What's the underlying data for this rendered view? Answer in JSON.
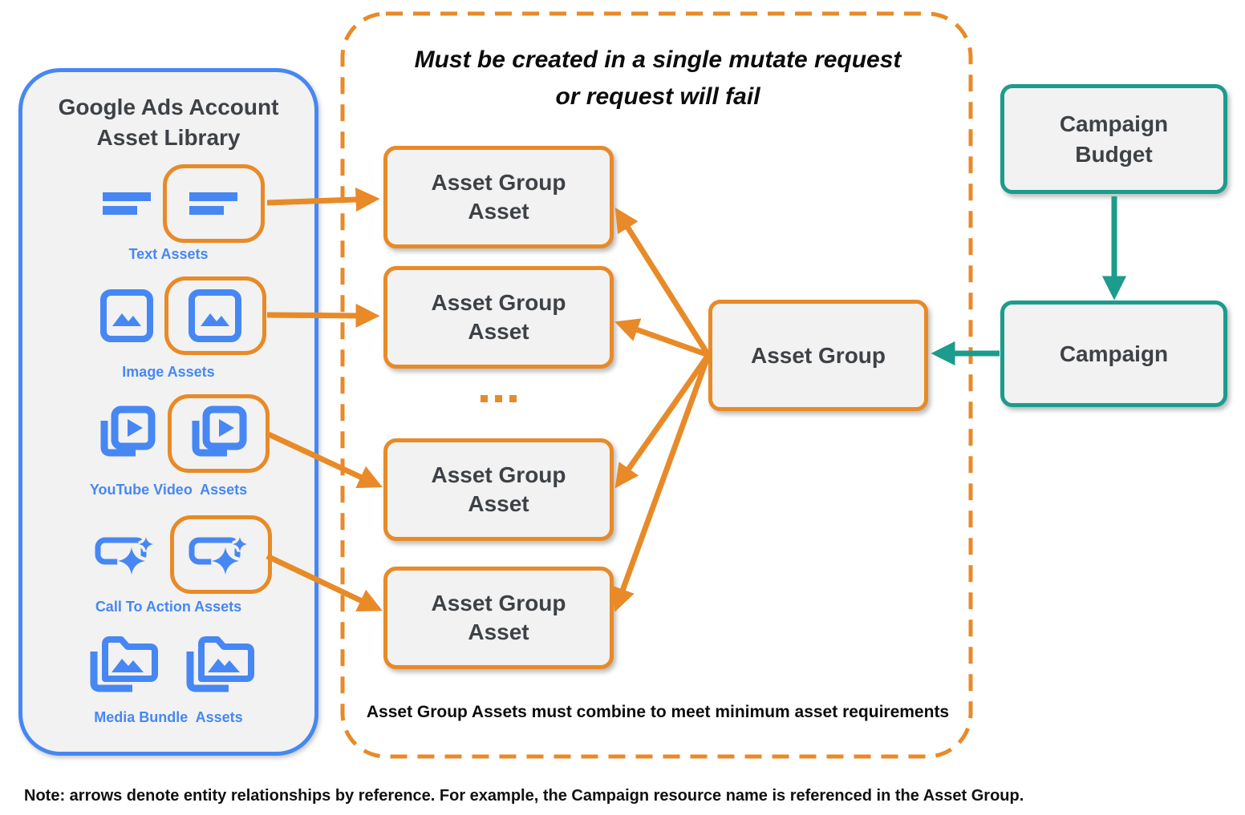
{
  "colors": {
    "orange": "#E88A28",
    "blue": "#4787F3",
    "teal": "#1B9C8C",
    "box_fill": "#F1F2F1",
    "dark_text": "#3E4247"
  },
  "library": {
    "title": "Google Ads Account\nAsset Library",
    "items": [
      {
        "label": "Text Assets",
        "icon": "text-lines-icon",
        "highlighted": true
      },
      {
        "label": "Image Assets",
        "icon": "image-icon",
        "highlighted": true
      },
      {
        "label": "YouTube Video  Assets",
        "icon": "video-play-stack-icon",
        "highlighted": true
      },
      {
        "label": "Call To Action Assets",
        "icon": "call-to-action-sparkle-icon",
        "highlighted": true
      },
      {
        "label": "Media Bundle  Assets",
        "icon": "media-bundle-folder-icon",
        "highlighted": false
      }
    ]
  },
  "mutate_group": {
    "title": "Must be created in a single mutate request\nor request will fail",
    "boxes": [
      "Asset Group\nAsset",
      "Asset Group\nAsset",
      "Asset Group\nAsset",
      "Asset Group\nAsset"
    ],
    "footnote": "Asset Group Assets must combine to meet minimum asset requirements"
  },
  "asset_group": {
    "label": "Asset Group"
  },
  "campaign_budget": {
    "label": "Campaign\nBudget"
  },
  "campaign": {
    "label": "Campaign"
  },
  "note": "Note: arrows denote entity relationships by reference. For example, the Campaign resource name is referenced in the Asset Group."
}
